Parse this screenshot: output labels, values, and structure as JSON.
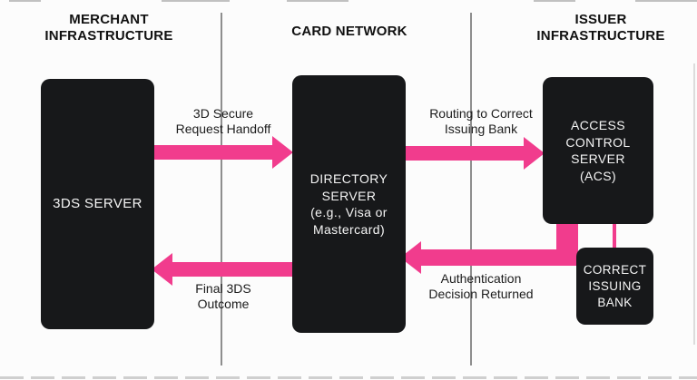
{
  "diagram": {
    "columns": [
      {
        "id": "merchant",
        "label": "MERCHANT\nINFRASTRUCTURE"
      },
      {
        "id": "card-network",
        "label": "CARD NETWORK"
      },
      {
        "id": "issuer",
        "label": "ISSUER\nINFRASTRUCTURE"
      }
    ],
    "nodes": [
      {
        "id": "3ds-server",
        "column": "merchant",
        "label": "3DS SERVER"
      },
      {
        "id": "directory-server",
        "column": "card-network",
        "label": "DIRECTORY\nSERVER\n(e.g., Visa or\nMastercard)"
      },
      {
        "id": "acs",
        "column": "issuer",
        "label": "ACCESS\nCONTROL\nSERVER\n(ACS)"
      },
      {
        "id": "issuing-bank",
        "column": "issuer",
        "label": "CORRECT\nISSUING\nBANK"
      }
    ],
    "edges": [
      {
        "id": "request-handoff",
        "from": "3ds-server",
        "to": "directory-server",
        "direction": "right",
        "label": "3D Secure\nRequest Handoff"
      },
      {
        "id": "routing",
        "from": "directory-server",
        "to": "acs",
        "direction": "right",
        "label": "Routing to Correct\nIssuing Bank"
      },
      {
        "id": "auth-decision",
        "from": "acs",
        "to": "directory-server",
        "direction": "left",
        "label": "Authentication\nDecision Returned"
      },
      {
        "id": "final-outcome",
        "from": "directory-server",
        "to": "3ds-server",
        "direction": "left",
        "label": "Final 3DS\nOutcome"
      },
      {
        "id": "acs-to-bank",
        "from": "acs",
        "to": "issuing-bank",
        "direction": "down",
        "label": ""
      }
    ],
    "colors": {
      "arrow": "#F13C8D",
      "node_background": "#17181A",
      "node_text": "#F5F5F5",
      "label_text": "#1C1C1C",
      "divider": "#8E8E8E",
      "background": "#FCFCFC"
    }
  }
}
